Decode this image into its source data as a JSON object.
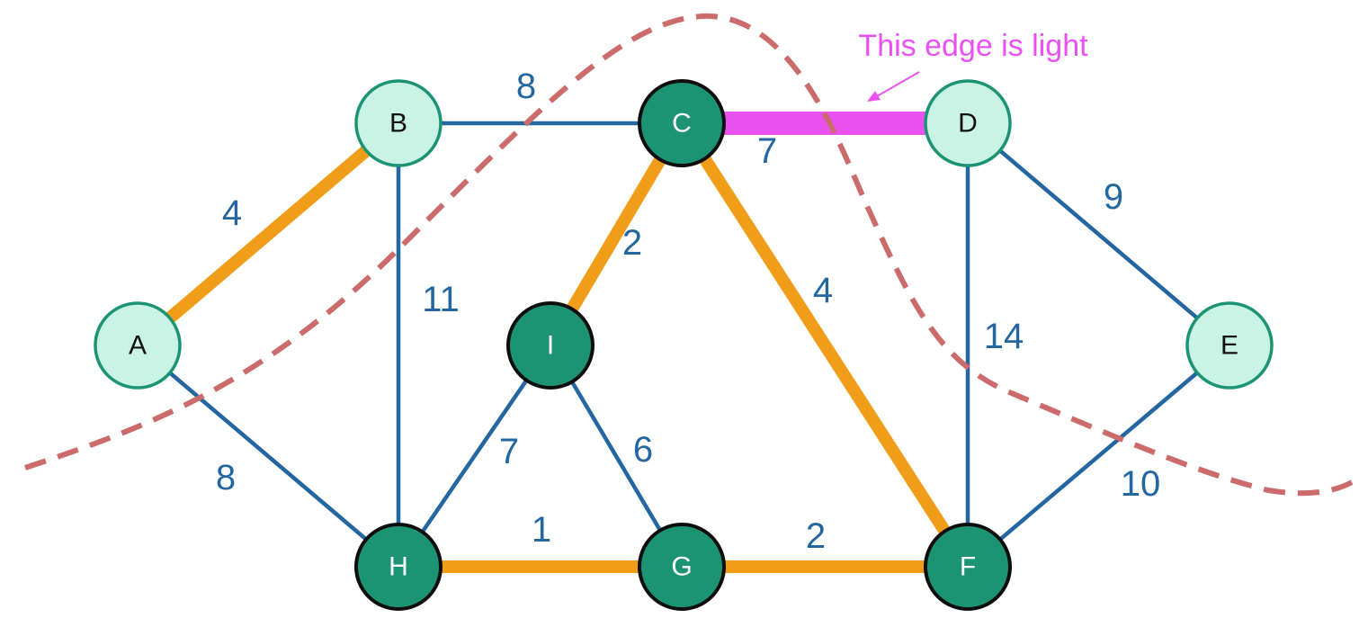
{
  "graph": {
    "nodes": [
      {
        "id": "A",
        "label": "A",
        "in_cut": false
      },
      {
        "id": "B",
        "label": "B",
        "in_cut": false
      },
      {
        "id": "C",
        "label": "C",
        "in_cut": true
      },
      {
        "id": "D",
        "label": "D",
        "in_cut": false
      },
      {
        "id": "E",
        "label": "E",
        "in_cut": false
      },
      {
        "id": "F",
        "label": "F",
        "in_cut": true
      },
      {
        "id": "G",
        "label": "G",
        "in_cut": true
      },
      {
        "id": "H",
        "label": "H",
        "in_cut": true
      },
      {
        "id": "I",
        "label": "I",
        "in_cut": true
      }
    ],
    "edges": [
      {
        "from": "A",
        "to": "B",
        "weight": "4",
        "style": "tree"
      },
      {
        "from": "A",
        "to": "H",
        "weight": "8",
        "style": "normal"
      },
      {
        "from": "B",
        "to": "C",
        "weight": "8",
        "style": "normal"
      },
      {
        "from": "B",
        "to": "H",
        "weight": "11",
        "style": "normal"
      },
      {
        "from": "C",
        "to": "D",
        "weight": "7",
        "style": "light"
      },
      {
        "from": "C",
        "to": "I",
        "weight": "2",
        "style": "tree"
      },
      {
        "from": "C",
        "to": "F",
        "weight": "4",
        "style": "tree"
      },
      {
        "from": "D",
        "to": "E",
        "weight": "9",
        "style": "normal"
      },
      {
        "from": "D",
        "to": "F",
        "weight": "14",
        "style": "normal"
      },
      {
        "from": "E",
        "to": "F",
        "weight": "10",
        "style": "normal"
      },
      {
        "from": "I",
        "to": "H",
        "weight": "7",
        "style": "normal"
      },
      {
        "from": "I",
        "to": "G",
        "weight": "6",
        "style": "normal"
      },
      {
        "from": "H",
        "to": "G",
        "weight": "1",
        "style": "tree"
      },
      {
        "from": "G",
        "to": "F",
        "weight": "2",
        "style": "tree"
      }
    ]
  },
  "annotation": {
    "text": "This edge is light"
  },
  "colors": {
    "normal_edge": "#2366a0",
    "tree_edge": "#f09e19",
    "light_edge": "#e952f0",
    "cut_line": "#cc6b6b",
    "node_fill_light": "#c9f3e5",
    "node_fill_dark": "#1c9474",
    "weight_text": "#2366a0",
    "annotation_text": "#e952f0"
  }
}
